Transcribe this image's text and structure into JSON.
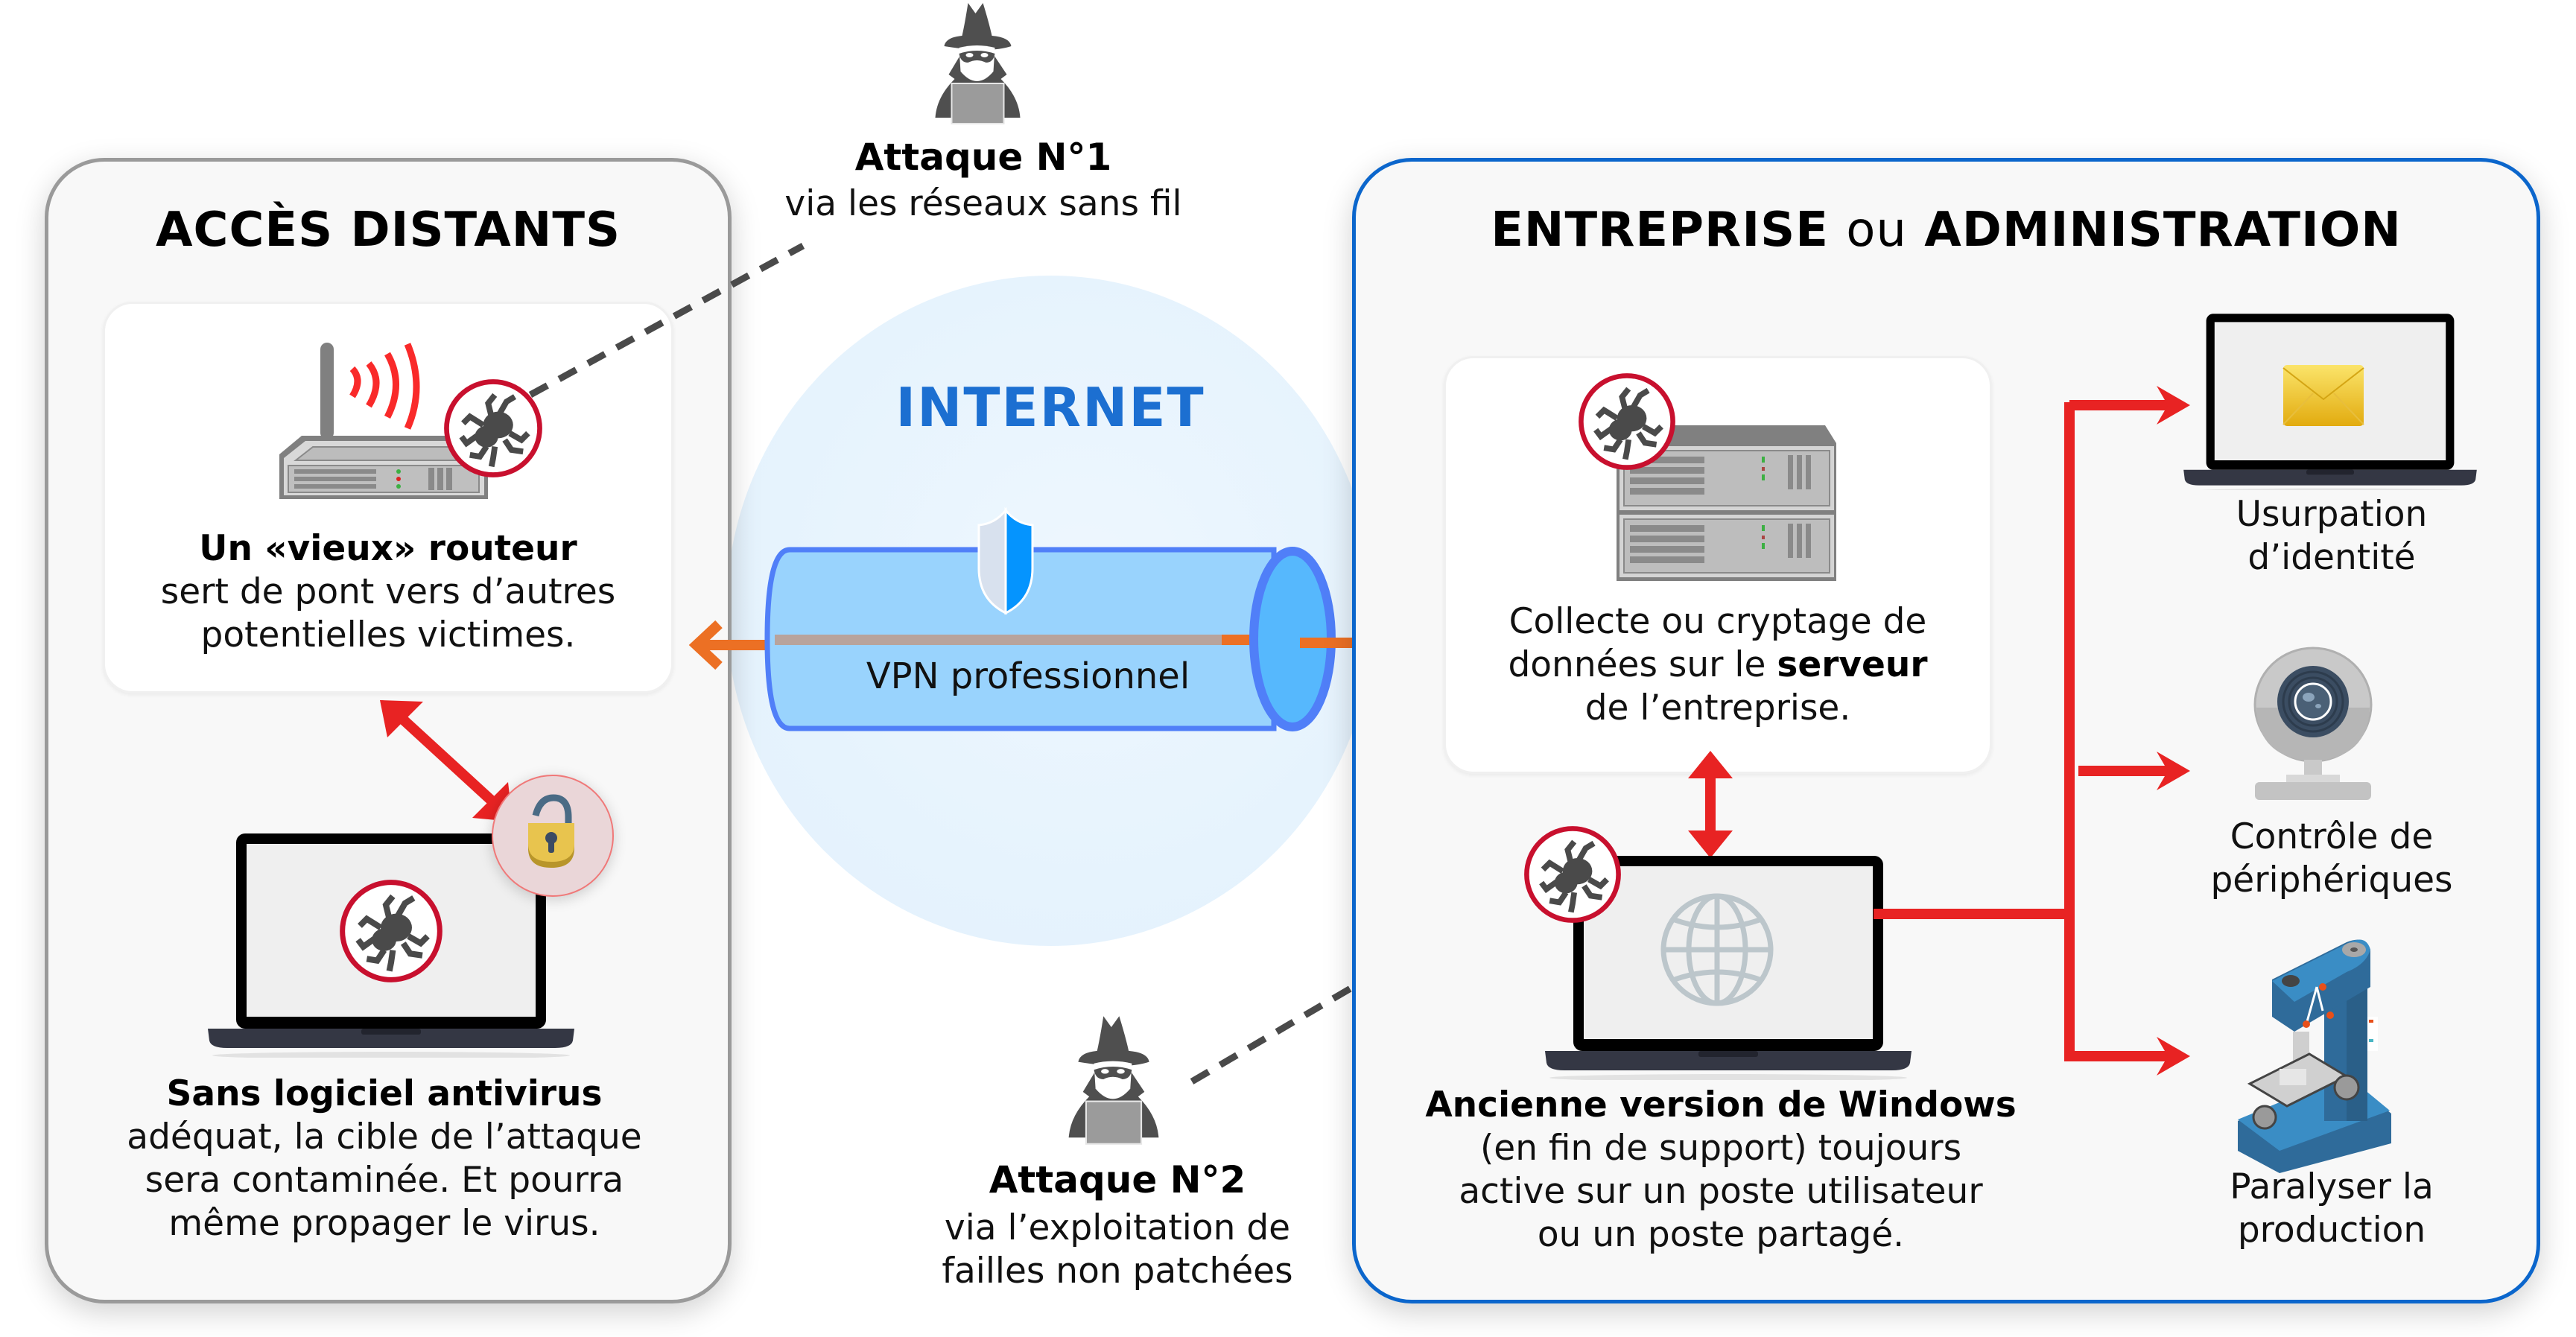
{
  "attacks": [
    {
      "title": "Attaque N°1",
      "subtitle_lines": [
        "via les réseaux sans fil"
      ]
    },
    {
      "title": "Attaque N°2",
      "subtitle_lines": [
        "via l’exploitation de",
        "failles non patchées"
      ]
    }
  ],
  "left_panel": {
    "title": "ACCÈS DISTANTS",
    "router_card": {
      "bold": "Un «vieux» routeur",
      "lines": [
        "sert de pont vers d’autres",
        "potentielles victimes."
      ]
    },
    "laptop": {
      "bold": "Sans logiciel antivirus",
      "lines": [
        "adéquat, la cible de l’attaque",
        "sera contaminée. Et pourra",
        "même propager le virus."
      ]
    }
  },
  "internet": {
    "label": "INTERNET",
    "vpn_label": "VPN professionnel"
  },
  "right_panel": {
    "title_part1": "ENTREPRISE",
    "title_connector": "ou",
    "title_part2": "ADMINISTRATION",
    "server_card": {
      "line1": "Collecte ou cryptage de",
      "line2_prefix": "données sur le ",
      "line2_bold": "serveur",
      "line3": "de l’entreprise."
    },
    "workstation": {
      "bold": "Ancienne version de Windows",
      "lines": [
        "(en fin de support) toujours",
        "active sur un poste utilisateur",
        "ou un poste partagé."
      ]
    },
    "consequences": [
      {
        "icon": "email-laptop-icon",
        "lines": [
          "Usurpation",
          "d’identité"
        ]
      },
      {
        "icon": "webcam-icon",
        "lines": [
          "Contrôle de",
          "périphériques"
        ]
      },
      {
        "icon": "milling-machine-icon",
        "lines": [
          "Paralyser la",
          "production"
        ]
      }
    ]
  },
  "colors": {
    "threat_red": "#e82323",
    "bug_ring": "#c8102e",
    "vpn_arrow": "#ec7024",
    "internet_blue": "#1c6fd1",
    "enterprise_border": "#0b66cc",
    "remote_border": "#9a9a9a",
    "tunnel_fill": "#99d3fd",
    "tunnel_stroke": "#507ff8"
  }
}
